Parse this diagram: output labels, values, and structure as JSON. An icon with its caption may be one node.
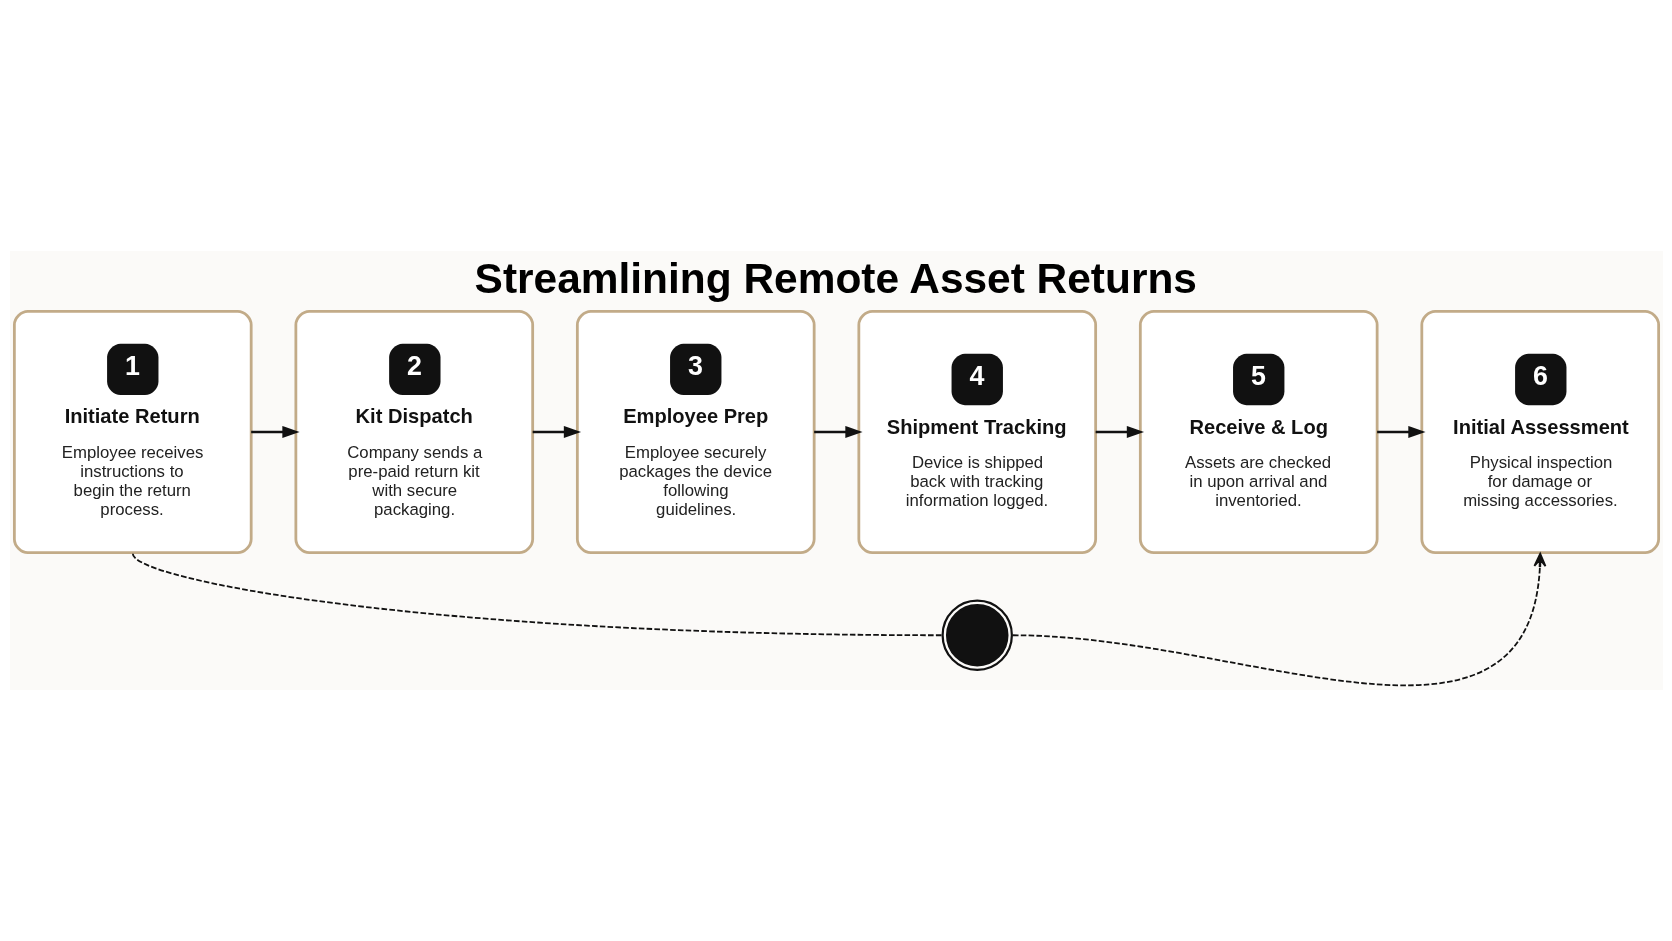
{
  "diagram": {
    "title": "Streamlining Remote Asset Returns",
    "nodes": [
      {
        "text": [
          "1",
          "Initiate Return",
          "Employee receives instructions to begin the return process."
        ]
      },
      {
        "text": [
          "2",
          "Kit Dispatch",
          "Company sends a pre-paid return kit with secure packaging."
        ]
      },
      {
        "text": [
          "3",
          "Employee Prep",
          "Employee securely packages the device following guidelines."
        ]
      },
      {
        "text": [
          "4",
          "Shipment Tracking",
          "Device is shipped back with tracking information logged."
        ]
      },
      {
        "text": [
          "5",
          "Receive & Log",
          "Assets are checked in upon arrival and inventoried."
        ]
      },
      {
        "text": [
          "6",
          "Initial Assessment",
          "Physical inspection for damage or missing accessories."
        ]
      },
      {
        "text": [],
        "shape": "circle"
      }
    ],
    "edges": [
      {
        "from": 0,
        "to": 1,
        "arrow": "to"
      },
      {
        "from": 1,
        "to": 2,
        "arrow": "to"
      },
      {
        "from": 2,
        "to": 3,
        "arrow": "to"
      },
      {
        "from": 3,
        "to": 4,
        "arrow": "to"
      },
      {
        "from": 4,
        "to": 5,
        "arrow": "to"
      },
      {
        "from": 0,
        "to": 6,
        "arrow": "none",
        "style": "dashed"
      },
      {
        "from": 6,
        "to": 5,
        "arrow": "to",
        "style": "dashed"
      }
    ]
  }
}
